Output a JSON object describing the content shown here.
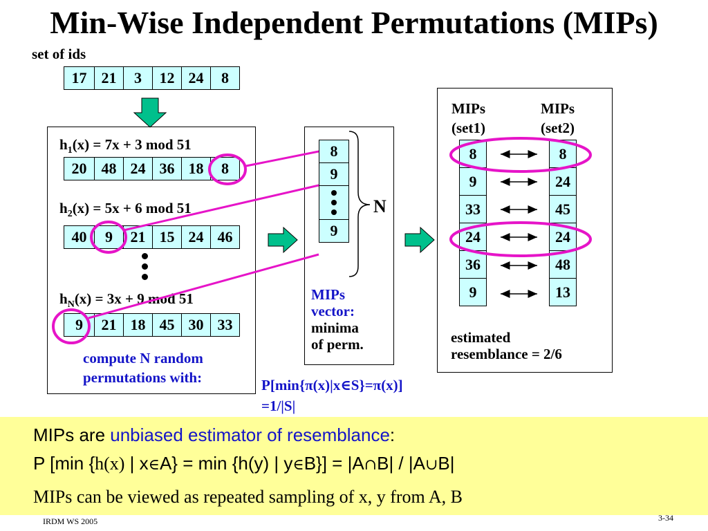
{
  "title": "Min-Wise Independent Permutations (MIPs)",
  "set_of_ids_label": "set of ids",
  "ids": [
    "17",
    "21",
    "3",
    "12",
    "24",
    "8"
  ],
  "hashes": [
    {
      "prefix": "h",
      "sub": "1",
      "suffix": "(x) = 7x + 3 mod 51",
      "values": [
        "20",
        "48",
        "24",
        "36",
        "18",
        "8"
      ]
    },
    {
      "prefix": "h",
      "sub": "2",
      "suffix": "(x) = 5x + 6 mod 51",
      "values": [
        "40",
        "9",
        "21",
        "15",
        "24",
        "46"
      ]
    },
    {
      "prefix": "h",
      "sub": "N",
      "suffix": "(x) = 3x + 9 mod 51",
      "values": [
        "9",
        "21",
        "18",
        "45",
        "30",
        "33"
      ]
    }
  ],
  "compute_note": [
    "compute N random",
    "permutations with:"
  ],
  "mips_vector": {
    "values": [
      "8",
      "9",
      "9"
    ],
    "brace_label": "N",
    "caption_blue": [
      "MIPs",
      "vector:"
    ],
    "caption_black": [
      "minima",
      "of perm."
    ]
  },
  "probability": {
    "line1": "P[min{π(x)|x∈S}=π(x)]",
    "line2": "=1/|S|"
  },
  "compare": {
    "set1_header": [
      "MIPs",
      "(set1)"
    ],
    "set2_header": [
      "MIPs",
      "(set2)"
    ],
    "set1": [
      "8",
      "9",
      "33",
      "24",
      "36",
      "9"
    ],
    "set2": [
      "8",
      "24",
      "45",
      "24",
      "48",
      "13"
    ],
    "estimated": [
      "estimated",
      "resemblance = 2/6"
    ]
  },
  "footer": {
    "line1_black": "MIPs are ",
    "line1_blue": "unbiased estimator of resemblance",
    "line1_end": ":",
    "line2_a": "P [min {",
    "line2_hx": "h(x)",
    "line2_b": " | x",
    "line2_in1": "∈",
    "line2_c": "A} = min {h(y) | y",
    "line2_in2": "∈",
    "line2_d": "B}] = |A",
    "line2_cap": "∩",
    "line2_e": "B| / |A",
    "line2_cup": "∪",
    "line2_f": "B|",
    "line3": "MIPs can be viewed as repeated sampling of x, y from A, B"
  },
  "course": "IRDM  WS 2005",
  "page": "3-34",
  "colors": {
    "highlight": "#e614c8",
    "arrow_fill": "#00c08c",
    "cell_bg": "#ccffff",
    "footer_bg": "#ffff99",
    "blue": "#1414c8"
  }
}
